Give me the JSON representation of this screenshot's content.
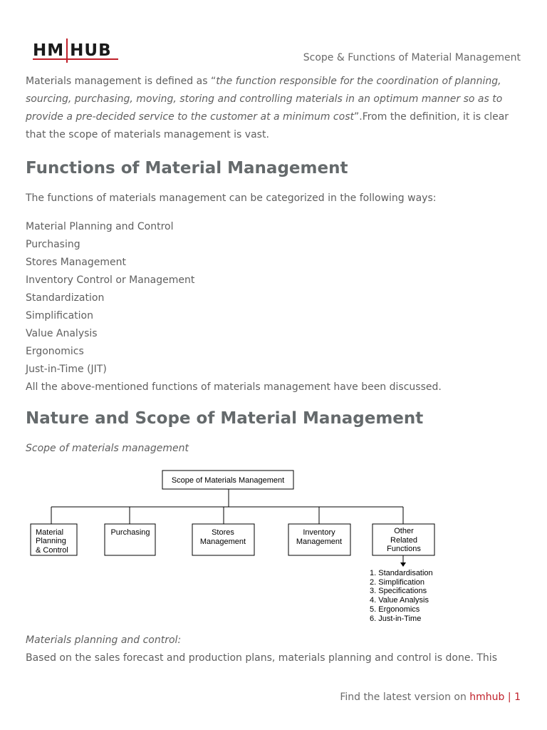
{
  "header": {
    "logo_text_left": "HM",
    "logo_text_right": "HUB",
    "title": "Scope & Functions of Material Management"
  },
  "intro": {
    "prefix": "Materials management is defined as “",
    "quote": "the function responsible for the coordination of planning, sourcing, purchasing, moving, storing and controlling materials in an optimum manner so as to provide a pre-decided service to the customer at a minimum cost",
    "suffix": "”.From the definition, it is clear that the scope of materials management is vast."
  },
  "section1": {
    "heading": "Functions of Material Management",
    "lead": "The functions of materials management can be categorized in the following ways:",
    "items": [
      "Material Planning and Control",
      "Purchasing",
      "Stores Management",
      "Inventory Control or Management",
      "Standardization",
      "Simplification",
      "Value Analysis",
      "Ergonomics",
      "Just-in-Time (JIT)"
    ],
    "closing": "All the above-mentioned functions of materials management have been discussed."
  },
  "section2": {
    "heading": "Nature and Scope of Material Management",
    "caption": "Scope of materials management",
    "diagram": {
      "root": "Scope of Materials Management",
      "children": [
        [
          "Material",
          "Planning",
          "& Control"
        ],
        [
          "Purchasing"
        ],
        [
          "Stores",
          "Management"
        ],
        [
          "Inventory",
          "Management"
        ],
        [
          "Other",
          "Related",
          "Functions"
        ]
      ],
      "sub_list": [
        "1. Standardisation",
        "2. Simplification",
        "3. Specifications",
        "4. Value Analysis",
        "5. Ergonomics",
        "6. Just-in-Time"
      ]
    },
    "subheading": "Materials planning and control:",
    "body": "Based on the sales forecast and production plans, materials planning and control is done. This"
  },
  "footer": {
    "prefix": "Find the latest version on ",
    "brand": "hmhub",
    "separator": "|",
    "page": "1"
  },
  "colors": {
    "accent": "#c0202a",
    "heading": "#656a6c",
    "text": "#5f5f5f"
  }
}
